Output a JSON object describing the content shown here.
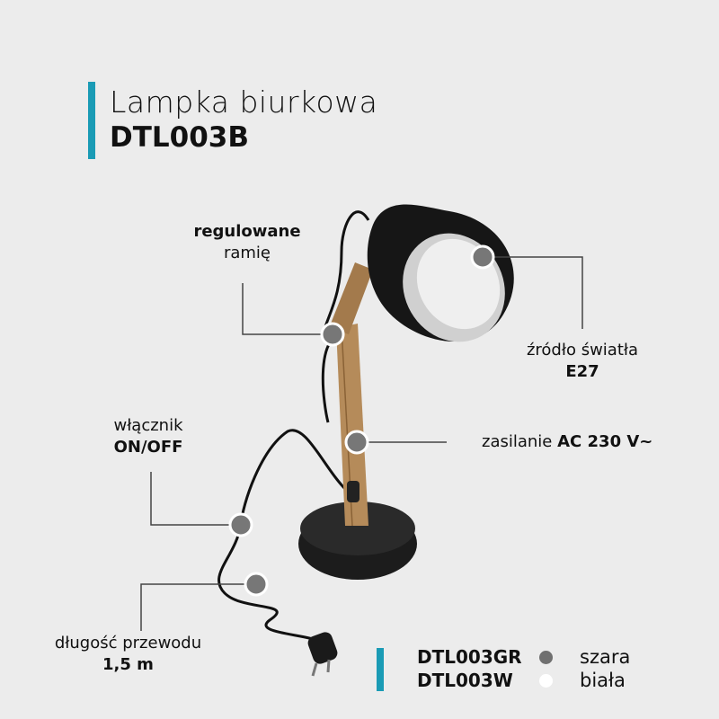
{
  "header": {
    "title": "Lampka biurkowa",
    "model": "DTL003B",
    "accent_color": "#1a9bb5"
  },
  "callouts": {
    "arm": {
      "bold": "regulowane",
      "normal": "ramię"
    },
    "source": {
      "normal": "źródło światła",
      "bold": "E27"
    },
    "power": {
      "normal": "zasilanie",
      "bold": "AC 230 V~"
    },
    "switch": {
      "normal": "włącznik",
      "bold": "ON/OFF"
    },
    "cable": {
      "normal": "długość przewodu",
      "bold": "1,5 m"
    }
  },
  "variants": [
    {
      "code": "DTL003GR",
      "color_name": "szara",
      "swatch": "#707070"
    },
    {
      "code": "DTL003W",
      "color_name": "biała",
      "swatch": "#ffffff"
    }
  ]
}
